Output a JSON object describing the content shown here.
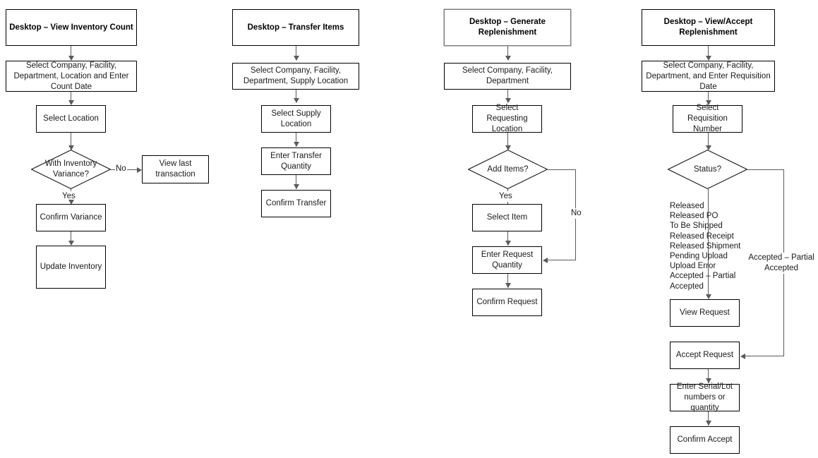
{
  "diagram": {
    "title": "Desktop Inventory Workflows",
    "background": "#ffffff",
    "line_color": "#5a5a5a",
    "border_color": "#000000",
    "text_color": "#1a1a1a"
  },
  "columns": [
    {
      "key": "view_inventory_count",
      "title": "Desktop – View Inventory Count",
      "nodes": {
        "n1": "Select Company, Facility, Department, Location and Enter Count Date",
        "n2": "Select Location",
        "d1": "With Inventory Variance?",
        "n3": "View last transaction",
        "n4": "Confirm Variance",
        "n5": "Update Inventory"
      },
      "labels": {
        "no": "No",
        "yes": "Yes"
      }
    },
    {
      "key": "transfer_items",
      "title": "Desktop – Transfer Items",
      "nodes": {
        "n1": "Select Company, Facility, Department, Supply Location",
        "n2": "Select Supply Location",
        "n3": "Enter Transfer Quantity",
        "n4": "Confirm Transfer"
      },
      "labels": {}
    },
    {
      "key": "generate_replenishment",
      "title": "Desktop – Generate Replenishment",
      "nodes": {
        "n1": "Select Company, Facility, Department",
        "n2": "Select Requesting Location",
        "d1": "Add Items?",
        "n3": "Select  Item",
        "n4": "Enter Request Quantity",
        "n5": "Confirm Request"
      },
      "labels": {
        "yes": "Yes",
        "no": "No"
      }
    },
    {
      "key": "view_accept_replenishment",
      "title": "Desktop – View/Accept Replenishment",
      "nodes": {
        "n1": "Select Company, Facility, Department, and Enter Requisition Date",
        "n2": "Select Requisition Number",
        "d1": "Status?",
        "n3": "View Request",
        "n4": "Accept Request",
        "n5": "Enter Serial/Lot numbers or quantity",
        "n6": "Confirm Accept"
      },
      "labels": {
        "status_list": "Released\nReleased PO\nTo Be Shipped\nReleased Receipt\nReleased Shipment\nPending Upload\nUpload Error\nAccepted – Partial\nAccepted",
        "accepted_branch": "Accepted – Partial\nAccepted"
      }
    }
  ]
}
